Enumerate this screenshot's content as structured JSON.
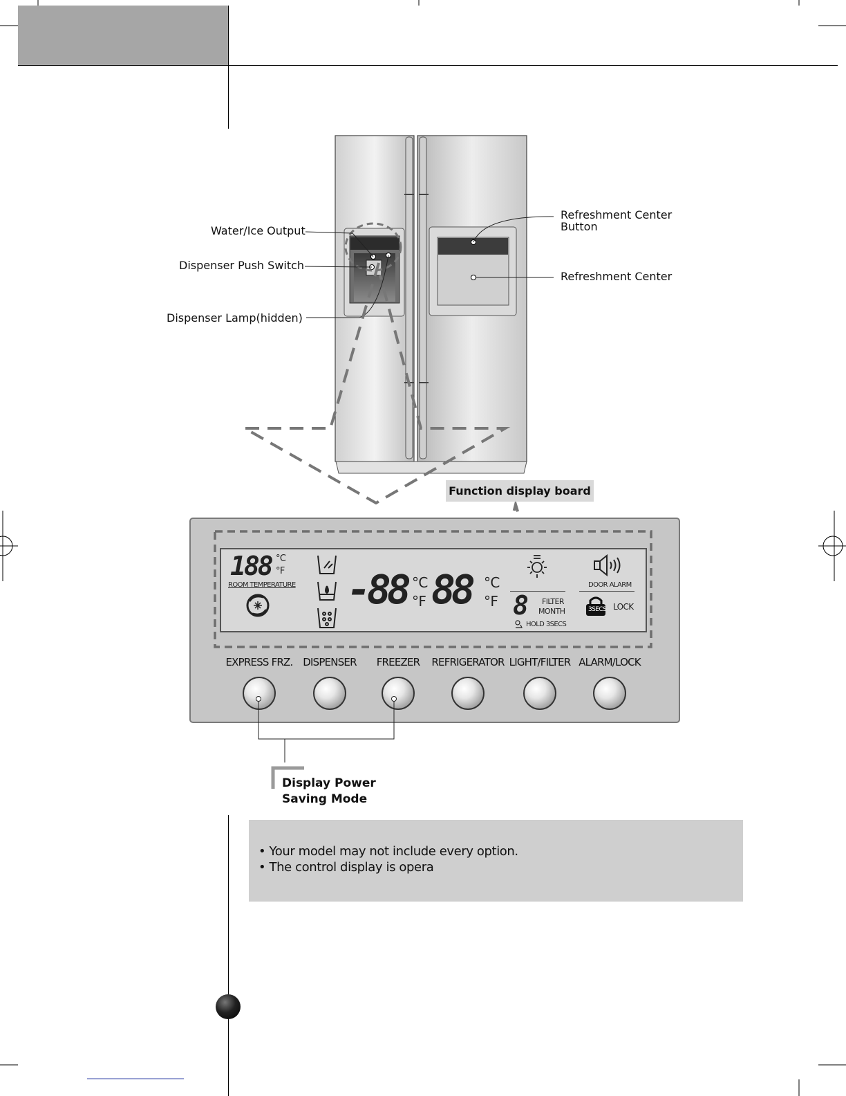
{
  "callouts": {
    "water_ice_output": "Water/Ice Output",
    "dispenser_push_switch": "Dispenser Push Switch",
    "dispenser_lamp": "Dispenser Lamp(hidden)",
    "refreshment_center_button_line1": "Refreshment Center",
    "refreshment_center_button_line2": "Button",
    "refreshment_center": "Refreshment Center"
  },
  "function_board_label": "Function display board",
  "lcd": {
    "room_temp_digits": "188",
    "room_temp_c": "°C",
    "room_temp_f": "°F",
    "room_temperature": "ROOM TEMPERATURE",
    "freezer_digits": "-88",
    "freezer_c": "°C",
    "freezer_f": "°F",
    "fridge_digits": "88",
    "fridge_c": "°C",
    "fridge_f": "°F",
    "filter_digit": "8",
    "filter": "FILTER",
    "month": "MONTH",
    "hold": "HOLD 3SECS",
    "door_alarm": "DOOR ALARM",
    "secs": "3SECS",
    "lock": "LOCK"
  },
  "buttons": [
    {
      "label": "EXPRESS FRZ."
    },
    {
      "label": "DISPENSER"
    },
    {
      "label": "FREEZER"
    },
    {
      "label": "REFRIGERATOR"
    },
    {
      "label": "LIGHT/FILTER"
    },
    {
      "label": "ALARM/LOCK"
    }
  ],
  "display_power_saving": {
    "line1": "Display Power",
    "line2": "Saving Mode"
  },
  "notes": [
    "• Your model may not include every option.",
    "• The control display is opera"
  ],
  "icons": [
    "snowflake-fan-icon",
    "ice-cup-icon",
    "water-cup-icon",
    "crushed-ice-cup-icon",
    "light-bulb-icon",
    "speaker-icon",
    "padlock-icon"
  ]
}
